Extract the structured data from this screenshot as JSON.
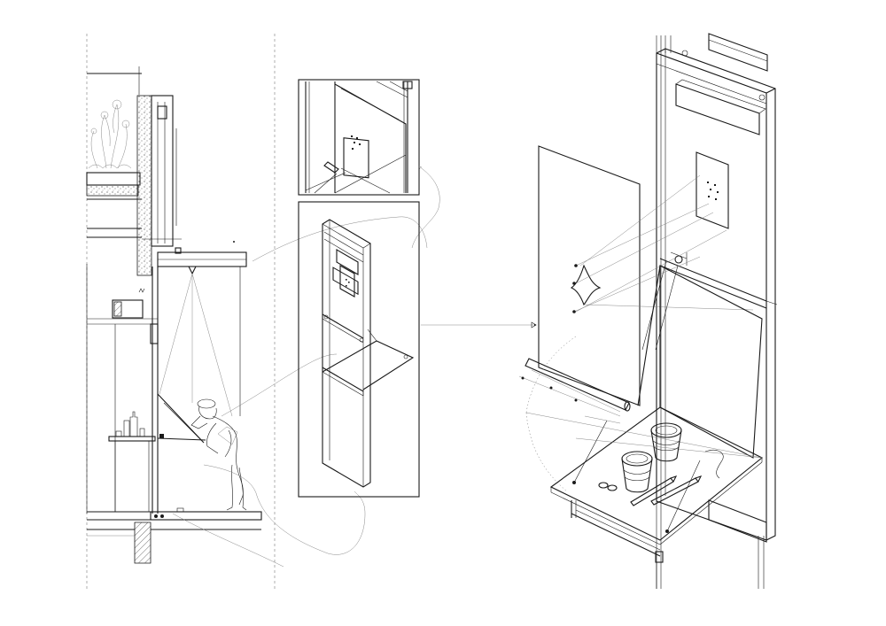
{
  "drawing": {
    "colors": {
      "paper": "#ffffff",
      "ink": "#1a1a1a",
      "thin": "#7a7a7a"
    },
    "panels": [
      {
        "name": "building-section",
        "kind": "sectional elevation with figure leaning on window counter"
      },
      {
        "name": "detail-top-inset",
        "kind": "close-up detail of hinge bracket"
      },
      {
        "name": "detail-frame-inset",
        "kind": "isometric of window frame with fold-down shelf"
      },
      {
        "name": "exploded-isometric",
        "kind": "exploded axonometric of window with fold-down counter and cups"
      }
    ],
    "icons": [
      "connector-arrow-icon",
      "cup-icon",
      "pencil-icon",
      "person-figure-icon",
      "plant-icon"
    ]
  }
}
